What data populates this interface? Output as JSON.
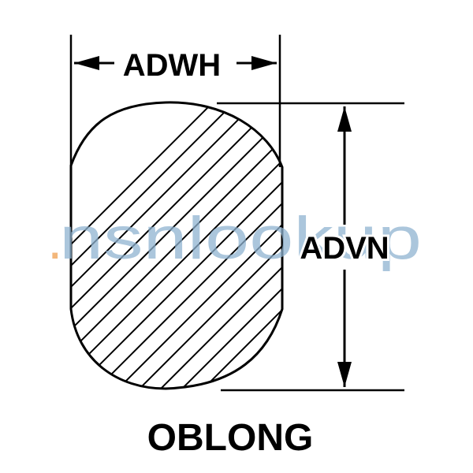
{
  "diagram": {
    "shape_caption": "OBLONG",
    "width_dimension_label": "ADWH",
    "height_dimension_label": "ADVN"
  },
  "watermark": {
    "text_main": "nsnlookup",
    "text_accent": ".",
    "color_main": "#8fb3d1",
    "color_accent": "#f0a050"
  },
  "colors": {
    "line": "#000000",
    "background": "#ffffff"
  }
}
